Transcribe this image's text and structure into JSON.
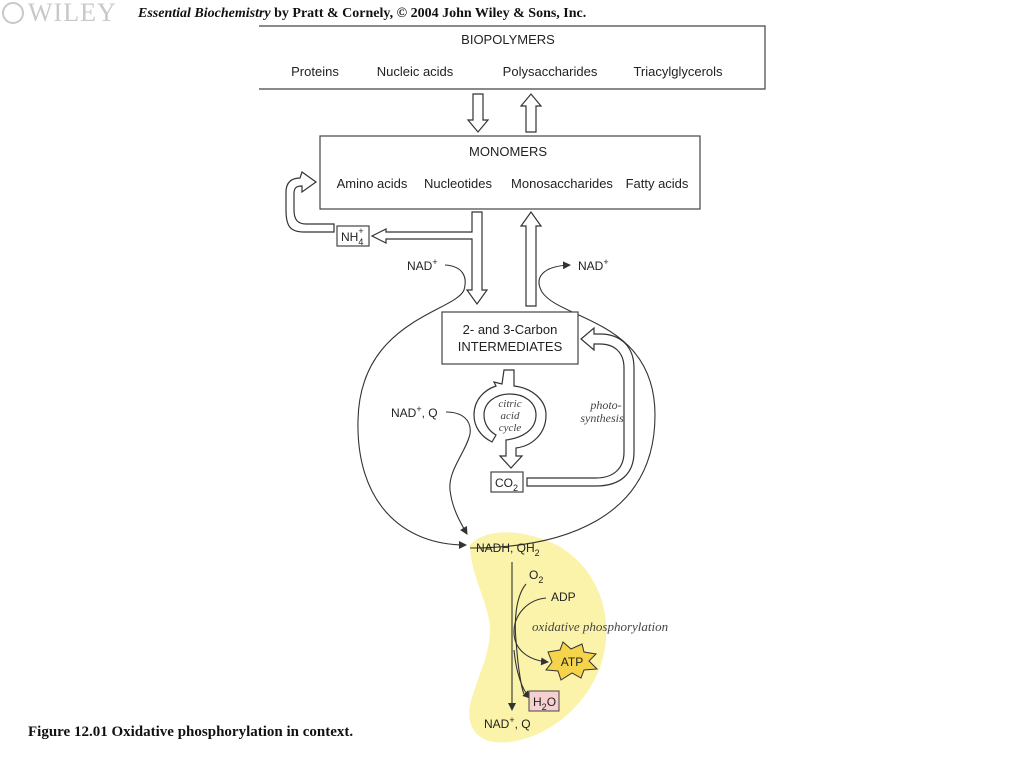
{
  "header": {
    "publisher_logo": "WILEY",
    "credit_book": "Essential Biochemistry",
    "credit_rest": " by Pratt & Cornely, © 2004 John Wiley & Sons, Inc."
  },
  "caption": "Figure 12.01 Oxidative phosphorylation in context.",
  "biopolymers": {
    "title": "BIOPOLYMERS",
    "items": [
      "Proteins",
      "Nucleic acids",
      "Polysaccharides",
      "Triacylglycerols"
    ]
  },
  "monomers": {
    "title": "MONOMERS",
    "items": [
      "Amino acids",
      "Nucleotides",
      "Monosaccharides",
      "Fatty acids"
    ]
  },
  "nh4": {
    "base": "NH",
    "sub": "4",
    "sup": "+"
  },
  "intermediates": {
    "line1": "2- and 3-Carbon",
    "line2": "INTERMEDIATES"
  },
  "citric_cycle": {
    "line1": "citric",
    "line2": "acid",
    "line3": "cycle"
  },
  "photosynthesis": {
    "line1": "photo-",
    "line2": "synthesis"
  },
  "co2": {
    "base": "CO",
    "sub": "2"
  },
  "labels": {
    "nad_left": "NAD",
    "nad_right": "NAD",
    "nad_q": "NAD",
    "nad_q_suffix": ", Q",
    "plus": "+"
  },
  "oxphos": {
    "highlight_color": "#fbf3a9",
    "nadh_base": "NADH, QH",
    "nadh_sub": "2",
    "o2_base": "O",
    "o2_sub": "2",
    "adp": "ADP",
    "label": "oxidative phosphorylation",
    "atp": "ATP",
    "atp_color": "#f5d34a",
    "h2o_base": "H",
    "h2o_sub": "2",
    "h2o_end": "O",
    "h2o_color": "#f6cfd0",
    "nad_bottom": "NAD",
    "nad_bottom_suffix": ", Q"
  }
}
